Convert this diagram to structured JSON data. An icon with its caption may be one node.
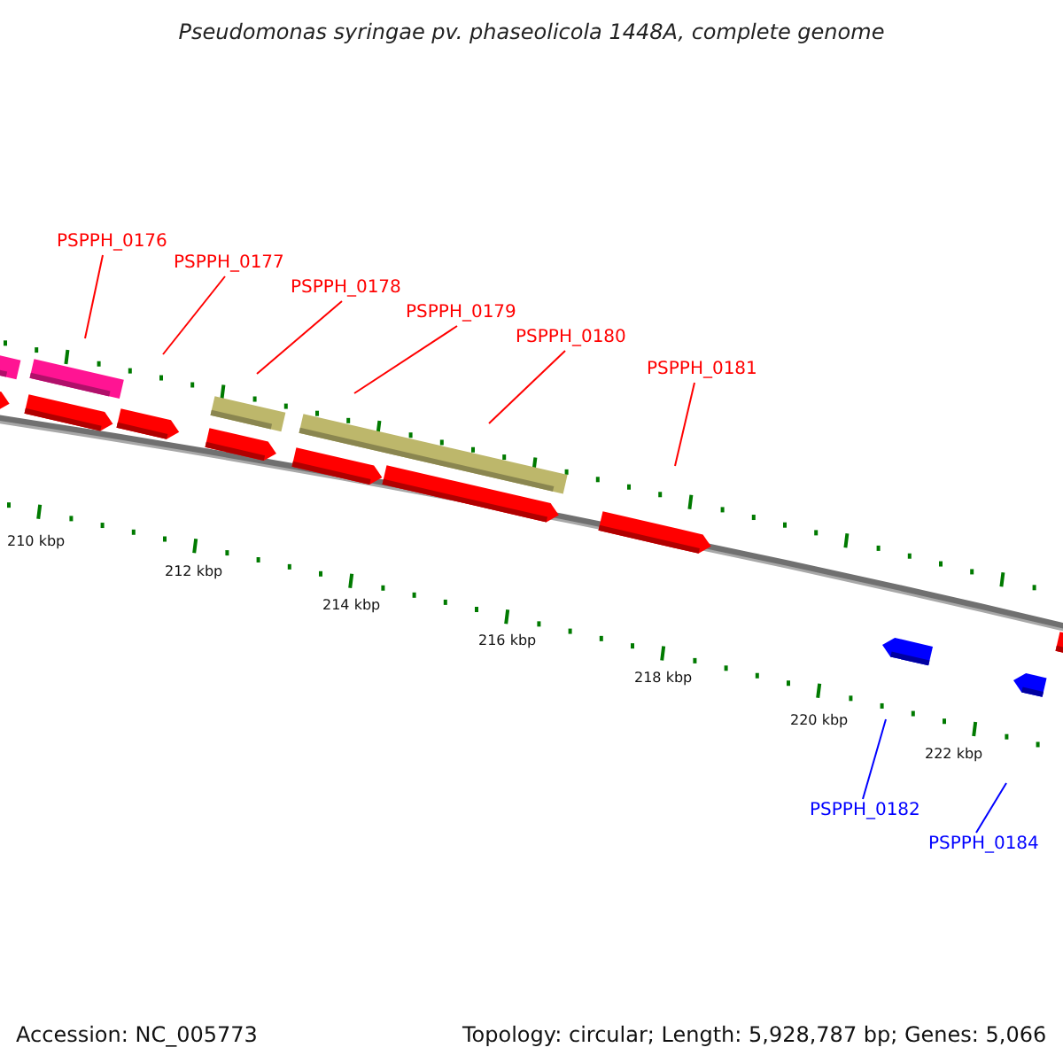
{
  "diagram": {
    "title": "Pseudomonas syringae pv. phaseolicola 1448A, complete genome",
    "nodes": [
      {
        "text": [
          "PSPPH_0176"
        ]
      },
      {
        "text": [
          "PSPPH_0177"
        ]
      },
      {
        "text": [
          "PSPPH_0178"
        ]
      },
      {
        "text": [
          "PSPPH_0179"
        ]
      },
      {
        "text": [
          "PSPPH_0180"
        ]
      },
      {
        "text": [
          "PSPPH_0181"
        ]
      },
      {
        "text": [
          "PSPPH_0182"
        ]
      },
      {
        "text": [
          "PSPPH_0184"
        ]
      }
    ],
    "edges": [
      {
        "from": 0,
        "to": null,
        "arrow": "none"
      },
      {
        "from": 1,
        "to": null,
        "arrow": "none"
      },
      {
        "from": 2,
        "to": null,
        "arrow": "none"
      },
      {
        "from": 3,
        "to": null,
        "arrow": "none"
      },
      {
        "from": 4,
        "to": null,
        "arrow": "none"
      },
      {
        "from": 5,
        "to": null,
        "arrow": "none"
      },
      {
        "from": 6,
        "to": null,
        "arrow": "none",
        "color": "#0000ff"
      },
      {
        "from": 7,
        "to": null,
        "arrow": "none",
        "color": "#0000ff"
      }
    ],
    "labels": [
      "210 kbp",
      "212 kbp",
      "214 kbp",
      "216 kbp",
      "218 kbp",
      "220 kbp",
      "222 kbp",
      "Accession: NC_005773",
      "Topology: circular; Length: 5,928,787 bp; Genes: 5,066"
    ]
  }
}
